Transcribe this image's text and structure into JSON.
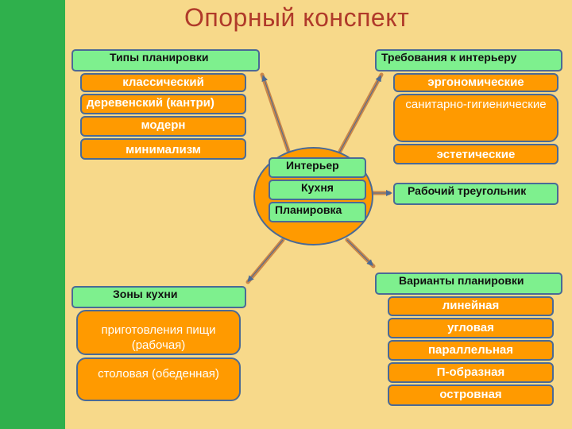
{
  "title": "Опорный конспект",
  "center": [
    "Интерьер",
    "Кухня",
    "Планировка"
  ],
  "types": {
    "header": "Типы планировки",
    "items": [
      "классический",
      "деревенский (кантри)",
      "модерн",
      "минимализм"
    ]
  },
  "requirements": {
    "header": "Требования к интерьеру",
    "items": [
      "эргономические",
      "санитарно-гигиенические",
      "эстетические"
    ]
  },
  "triangle": {
    "label": "Рабочий треугольник"
  },
  "zones": {
    "header": "Зоны кухни",
    "items": [
      "приготовления пищи (рабочая)",
      "столовая (обеденная)"
    ]
  },
  "variants": {
    "header": "Варианты планировки",
    "items": [
      "линейная",
      "угловая",
      "параллельная",
      "П-образная",
      "островная"
    ]
  },
  "colors": {
    "background": "#f7d98a",
    "stripe": "#2fb04c",
    "header_box": "#7ef08e",
    "item_box": "#ff9a00",
    "title": "#b03a2a"
  }
}
